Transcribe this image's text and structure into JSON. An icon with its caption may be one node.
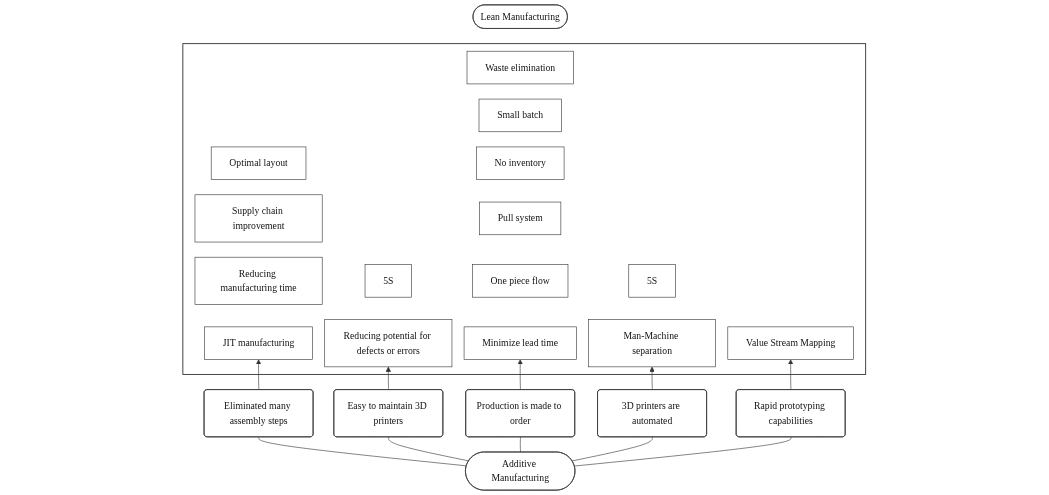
{
  "diagram": {
    "nodes": [
      {
        "text": [
          "Lean Manufacturing"
        ]
      },
      {
        "text": [],
        "shape": "box"
      },
      {
        "text": [
          "Waste elimination"
        ],
        "in": 1
      },
      {
        "text": [
          "Optimal layout"
        ],
        "in": 1
      },
      {
        "text": [
          "Supply chain improvement"
        ],
        "in": 1
      },
      {
        "text": [
          "Reducing manufacturing time"
        ],
        "in": 1
      },
      {
        "text": [
          "JIT manufacturing"
        ],
        "in": 1
      },
      {
        "text": [
          "5S"
        ],
        "in": 1
      },
      {
        "text": [
          "Reducing potential for defects or errors"
        ],
        "in": 1
      },
      {
        "text": [
          "Small batch"
        ],
        "in": 1
      },
      {
        "text": [
          "No inventory"
        ],
        "in": 1
      },
      {
        "text": [
          "Pull system"
        ],
        "in": 1
      },
      {
        "text": [
          "One piece flow"
        ],
        "in": 1
      },
      {
        "text": [
          "Minimize lead time"
        ],
        "in": 1
      },
      {
        "text": [
          "5S"
        ],
        "in": 1
      },
      {
        "text": [
          "Man-Machine separation"
        ],
        "in": 1
      },
      {
        "text": [
          "Value Stream Mapping"
        ],
        "in": 1
      },
      {
        "text": [
          "Eliminated many assembly steps"
        ]
      },
      {
        "text": [
          "Easy to maintain 3D printers"
        ]
      },
      {
        "text": [
          "Production is made to order"
        ]
      },
      {
        "text": [
          "3D printers are automated"
        ]
      },
      {
        "text": [
          "Rapid prototyping capabilities"
        ]
      },
      {
        "text": [
          "Additive Manufacturing"
        ]
      }
    ],
    "edges": [
      {
        "from": 17,
        "to": 6,
        "arrow": "to"
      },
      {
        "from": 18,
        "to": 8,
        "arrow": "to"
      },
      {
        "from": 19,
        "to": 13,
        "arrow": "to"
      },
      {
        "from": 20,
        "to": 15,
        "arrow": "to"
      },
      {
        "from": 21,
        "to": 16,
        "arrow": "to"
      },
      {
        "from": 22,
        "to": 17,
        "arrow": "none"
      },
      {
        "from": 22,
        "to": 18,
        "arrow": "none"
      },
      {
        "from": 22,
        "to": 19,
        "arrow": "none"
      },
      {
        "from": 22,
        "to": 20,
        "arrow": "none"
      },
      {
        "from": 22,
        "to": 21,
        "arrow": "none"
      }
    ]
  }
}
